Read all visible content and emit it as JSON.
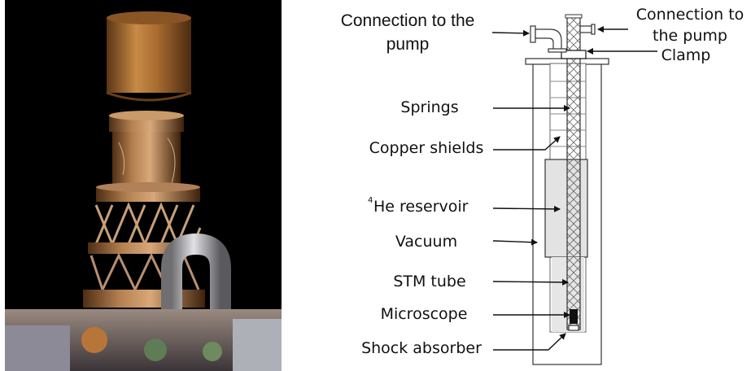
{
  "labels": {
    "pump_left_line1": "Connection to the",
    "pump_left_line2": "pump",
    "pump_right_line1": "Connection to",
    "pump_right_line2": "the pump",
    "clamp": "Clamp",
    "springs": "Springs",
    "copper_shields": "Copper shields",
    "he_superscript": "4",
    "he_reservoir": "He reservoir",
    "vacuum": "Vacuum",
    "stm_tube": "STM tube",
    "microscope": "Microscope",
    "shock_absorber": "Shock absorber"
  },
  "colors": {
    "photo_background": "#000000",
    "copper": "#b8753a",
    "reservoir_fill": "#e3e3e3",
    "line": "#333333"
  }
}
